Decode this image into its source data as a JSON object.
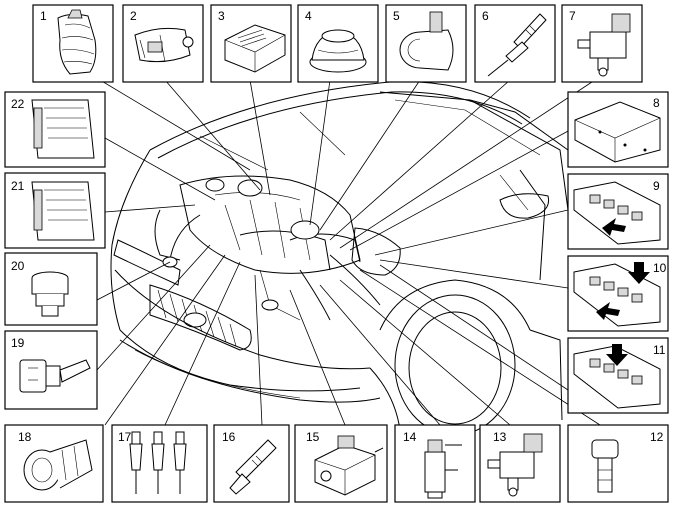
{
  "diagram": {
    "components": [
      {
        "id": "c1",
        "number": "1",
        "icon": "intake-manifold-icon"
      },
      {
        "id": "c2",
        "number": "2",
        "icon": "pressure-sensor-icon"
      },
      {
        "id": "c3",
        "number": "3",
        "icon": "relay-module-icon"
      },
      {
        "id": "c4",
        "number": "4",
        "icon": "filter-cap-icon"
      },
      {
        "id": "c5",
        "number": "5",
        "icon": "mass-air-flow-sensor-icon"
      },
      {
        "id": "c6",
        "number": "6",
        "icon": "glow-plug-icon"
      },
      {
        "id": "c7",
        "number": "7",
        "icon": "solenoid-valve-icon"
      },
      {
        "id": "c8",
        "number": "8",
        "icon": "relay-box-cover-icon"
      },
      {
        "id": "c9",
        "number": "9",
        "icon": "relay-box-icon"
      },
      {
        "id": "c10",
        "number": "10",
        "icon": "relay-box-icon"
      },
      {
        "id": "c11",
        "number": "11",
        "icon": "relay-box-icon"
      },
      {
        "id": "c12",
        "number": "12",
        "icon": "speed-sensor-icon"
      },
      {
        "id": "c13",
        "number": "13",
        "icon": "solenoid-valve-icon"
      },
      {
        "id": "c14",
        "number": "14",
        "icon": "vacuum-valve-icon"
      },
      {
        "id": "c15",
        "number": "15",
        "icon": "injection-pump-icon"
      },
      {
        "id": "c16",
        "number": "16",
        "icon": "injector-icon"
      },
      {
        "id": "c17",
        "number": "17",
        "icon": "glow-plugs-icon"
      },
      {
        "id": "c18",
        "number": "18",
        "icon": "throttle-housing-icon"
      },
      {
        "id": "c19",
        "number": "19",
        "icon": "temperature-sensor-icon"
      },
      {
        "id": "c20",
        "number": "20",
        "icon": "pressure-switch-icon"
      },
      {
        "id": "c21",
        "number": "21",
        "icon": "control-module-icon"
      },
      {
        "id": "c22",
        "number": "22",
        "icon": "control-module-icon"
      }
    ],
    "main_illustration": "car-engine-bay-icon"
  }
}
